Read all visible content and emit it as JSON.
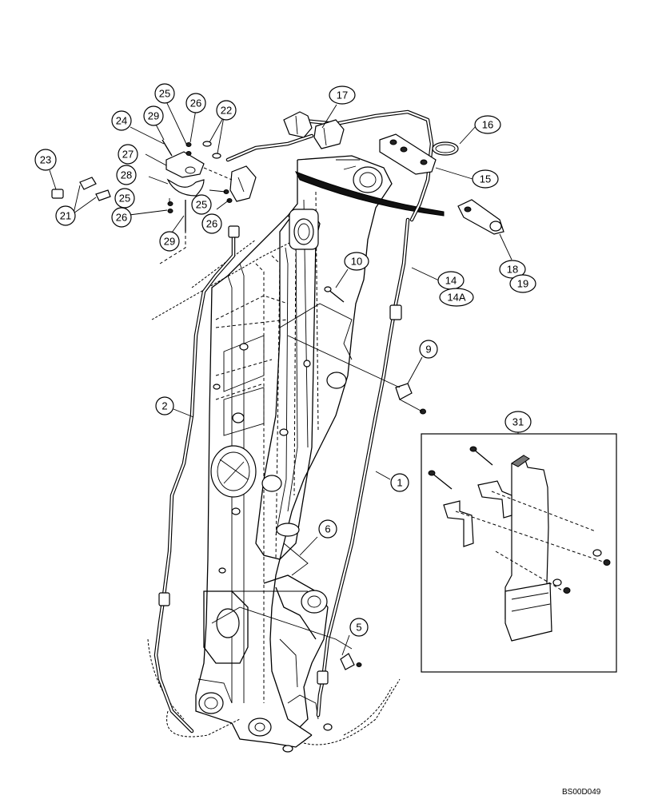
{
  "diagram": {
    "reference_code": "BS00D049",
    "callouts": [
      {
        "id": "c1",
        "label": "1"
      },
      {
        "id": "c2",
        "label": "2"
      },
      {
        "id": "c5",
        "label": "5"
      },
      {
        "id": "c6",
        "label": "6"
      },
      {
        "id": "c9",
        "label": "9"
      },
      {
        "id": "c10",
        "label": "10"
      },
      {
        "id": "c14",
        "label": "14"
      },
      {
        "id": "c14a",
        "label": "14A"
      },
      {
        "id": "c15",
        "label": "15"
      },
      {
        "id": "c16",
        "label": "16"
      },
      {
        "id": "c17",
        "label": "17"
      },
      {
        "id": "c18",
        "label": "18"
      },
      {
        "id": "c19",
        "label": "19"
      },
      {
        "id": "c21",
        "label": "21"
      },
      {
        "id": "c22",
        "label": "22"
      },
      {
        "id": "c23",
        "label": "23"
      },
      {
        "id": "c24",
        "label": "24"
      },
      {
        "id": "c25a",
        "label": "25"
      },
      {
        "id": "c25b",
        "label": "25"
      },
      {
        "id": "c25c",
        "label": "25"
      },
      {
        "id": "c26a",
        "label": "26"
      },
      {
        "id": "c26b",
        "label": "26"
      },
      {
        "id": "c26c",
        "label": "26"
      },
      {
        "id": "c27",
        "label": "27"
      },
      {
        "id": "c28",
        "label": "28"
      },
      {
        "id": "c29a",
        "label": "29"
      },
      {
        "id": "c29b",
        "label": "29"
      },
      {
        "id": "c31",
        "label": "31"
      }
    ]
  }
}
